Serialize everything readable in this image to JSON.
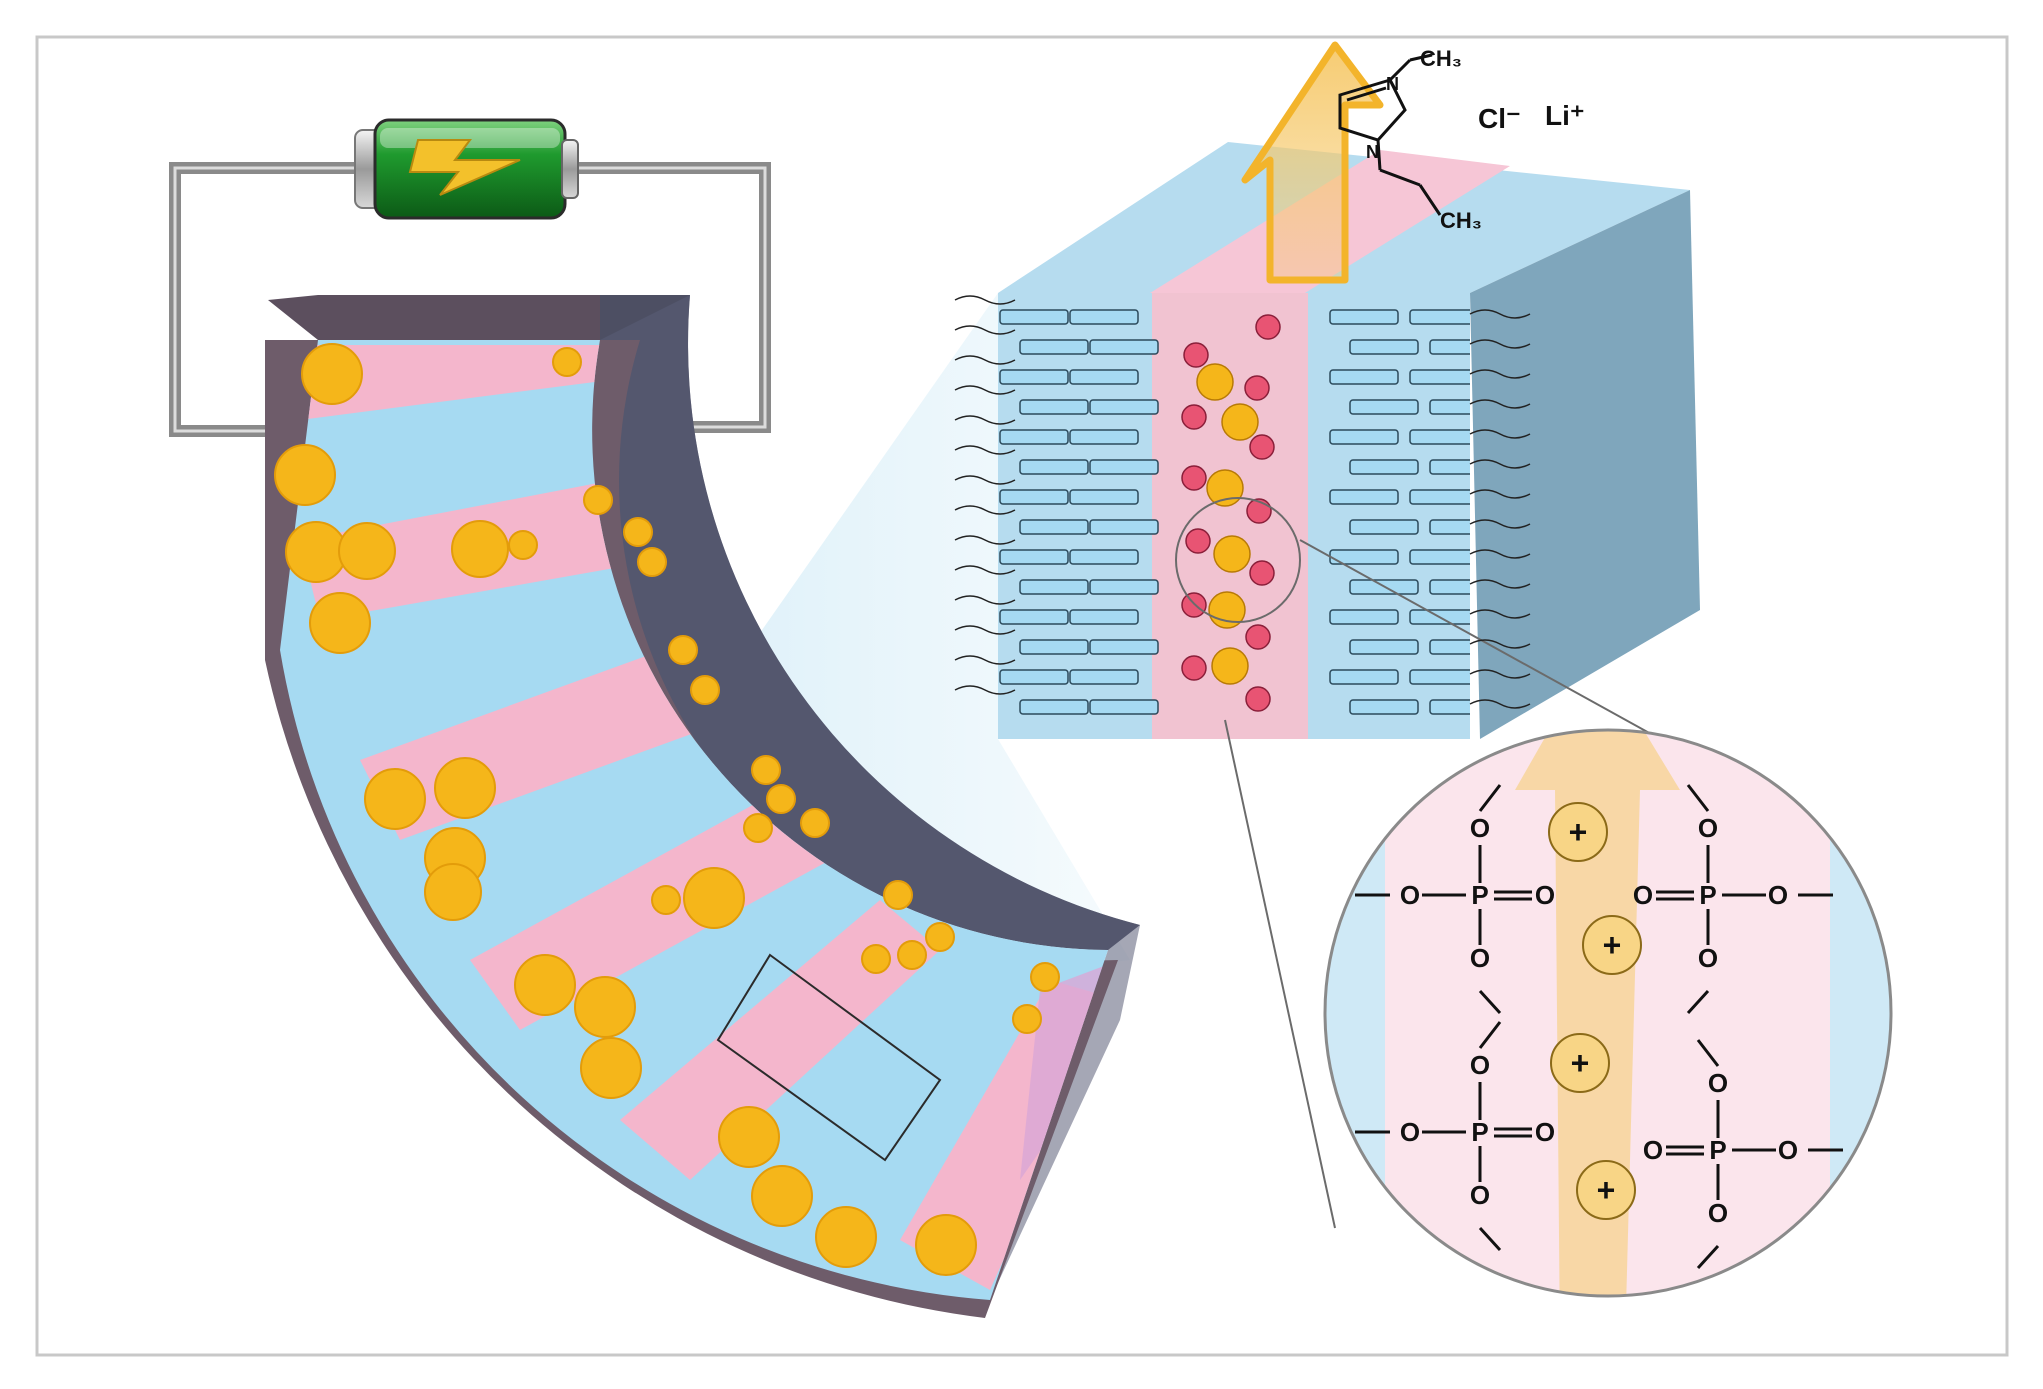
{
  "colors": {
    "frame": "#c8c8c8",
    "electrode_outer": "#6e5c6a",
    "electrode_side": "#4d4f63",
    "blue_layer": "#a6daf2",
    "pink_layer": "#f4b6cc",
    "gold_particle": "#f5b61a",
    "red_ion": "#e85473",
    "battery_green": "#1f9a2e",
    "arrow_orange": "#f3b42b",
    "magnifier_bg": "#fbe5ec"
  },
  "icons": {
    "battery": "battery-icon",
    "lightning": "lightning-bolt-icon",
    "up_arrow": "up-arrow-icon"
  },
  "labels": {
    "anion": "Cl⁻",
    "cation": "Li⁺",
    "methyl_top": "CH₃",
    "methyl_bottom": "CH₃",
    "nitrogen_plus": "N",
    "nitrogen": "N",
    "plus_sign": "+",
    "charge_plus": "+"
  },
  "phosphate": {
    "oxygen": "O",
    "phosphorus": "P"
  }
}
